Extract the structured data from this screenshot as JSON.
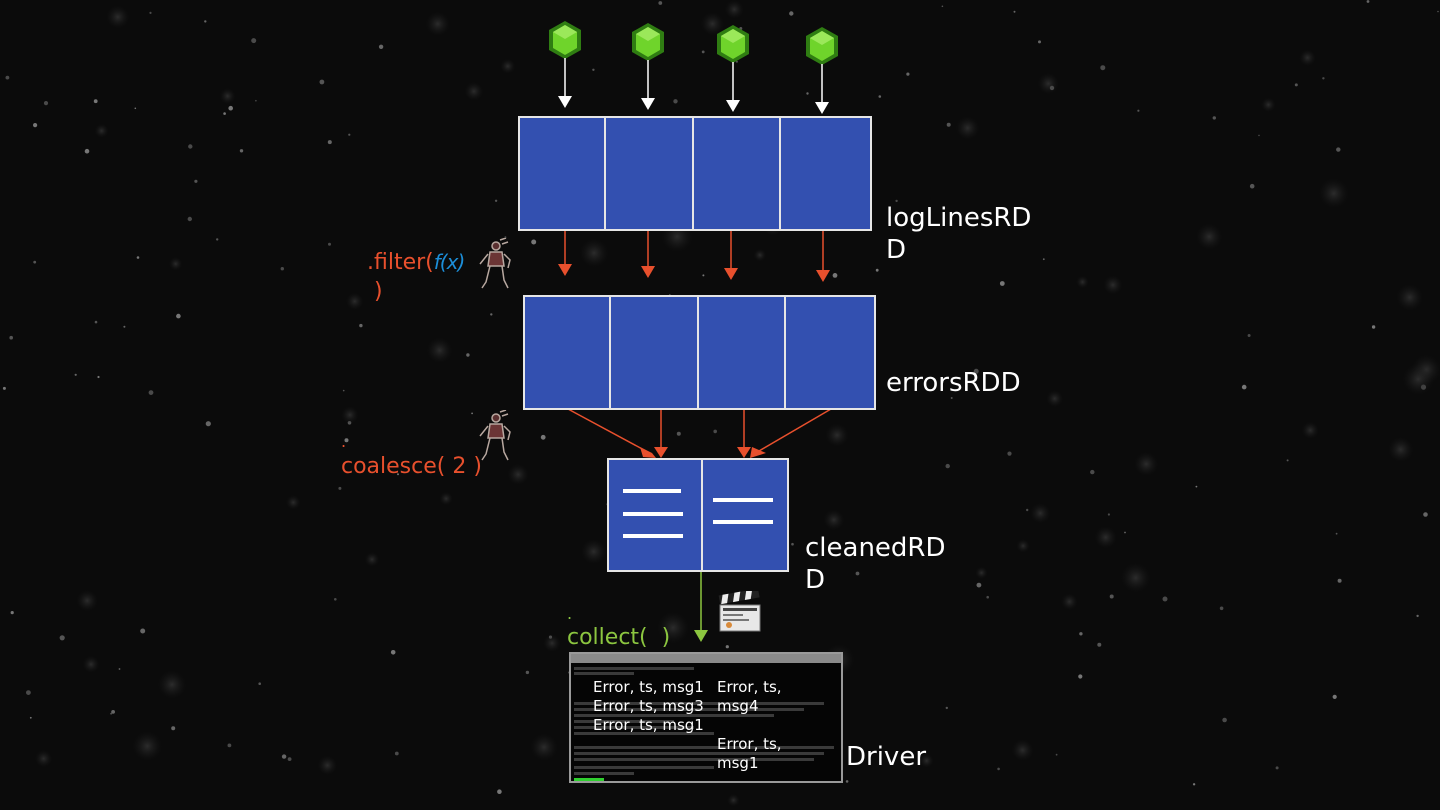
{
  "rdds": {
    "log_lines": {
      "label": "logLinesRD\nD",
      "partitions": 4
    },
    "errors": {
      "label": "errorsRDD",
      "partitions": 4
    },
    "cleaned": {
      "label": "cleanedRD\nD",
      "partitions": 2
    }
  },
  "operations": {
    "filter": {
      "text": ".filter(",
      "fx": "f(x)",
      "close": ")"
    },
    "coalesce": {
      "dot": ".",
      "text": "coalesce( 2 )"
    },
    "collect": {
      "dot": ".",
      "text": "collect(  )"
    }
  },
  "driver": {
    "label": "Driver",
    "records": [
      "Error, ts, msg1",
      "Error, ts, msg3",
      "Error, ts, msg1",
      "Error, ts,\nmsg4",
      "Error, ts,\nmsg1"
    ]
  },
  "colors": {
    "background": "#0b0b0b",
    "partition_fill": "#3350b0",
    "transform_arrow": "#e8502d",
    "action_arrow": "#8cc640",
    "source_node": "#5cc21e"
  },
  "icons": [
    "hexagon-node-icon",
    "robot-icon",
    "clapperboard-icon",
    "terminal-window-icon"
  ]
}
